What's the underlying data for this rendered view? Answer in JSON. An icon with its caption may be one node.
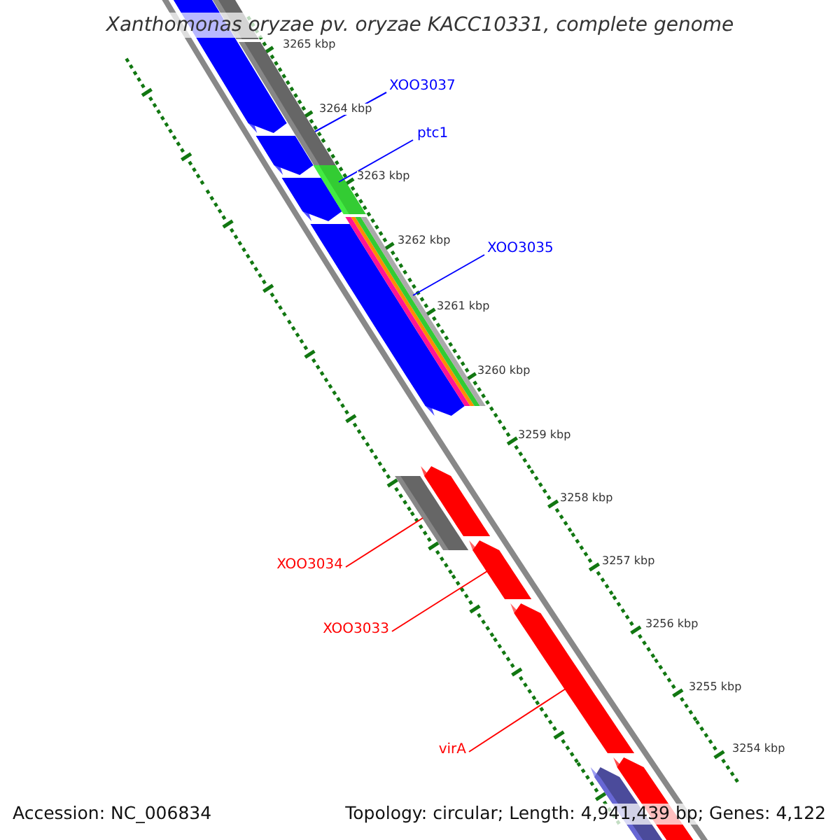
{
  "diagram": {
    "title": "Xanthomonas oryzae pv. oryzae KACC10331, complete genome",
    "nodes": [
      {
        "text": [
          "XOO3037"
        ]
      },
      {
        "text": [
          "ptc1"
        ]
      },
      {
        "text": [
          "XOO3035"
        ]
      },
      {
        "text": [
          "XOO3034"
        ]
      },
      {
        "text": [
          "XOO3033"
        ]
      },
      {
        "text": [
          "virA"
        ]
      },
      {
        "text": [],
        "shape": "bar"
      },
      {
        "text": [],
        "shape": "bar"
      },
      {
        "text": [],
        "shape": "bar"
      },
      {
        "text": [],
        "shape": "bar"
      },
      {
        "text": [],
        "shape": "bar"
      },
      {
        "text": [],
        "shape": "bar"
      }
    ],
    "edges": [
      {
        "from": 0,
        "to": 6,
        "arrow": "none",
        "color": "#0000ff"
      },
      {
        "from": 1,
        "to": 7,
        "arrow": "none",
        "color": "#0000ff"
      },
      {
        "from": 2,
        "to": 8,
        "arrow": "none",
        "color": "#0000ff"
      },
      {
        "from": 3,
        "to": 9,
        "arrow": "none",
        "color": "#ff0000"
      },
      {
        "from": 4,
        "to": 10,
        "arrow": "none",
        "color": "#ff0000"
      },
      {
        "from": 5,
        "to": 11,
        "arrow": "none",
        "color": "#ff0000"
      }
    ],
    "labels": [
      "3265 kbp",
      "3264 kbp",
      "3263 kbp",
      "3262 kbp",
      "3261 kbp",
      "3260 kbp",
      "3259 kbp",
      "3258 kbp",
      "3257 kbp",
      "3256 kbp",
      "3255 kbp",
      "3254 kbp",
      "Accession: NC_006834",
      "Topology: circular; Length: 4,941,439 bp; Genes: 4,122"
    ]
  }
}
